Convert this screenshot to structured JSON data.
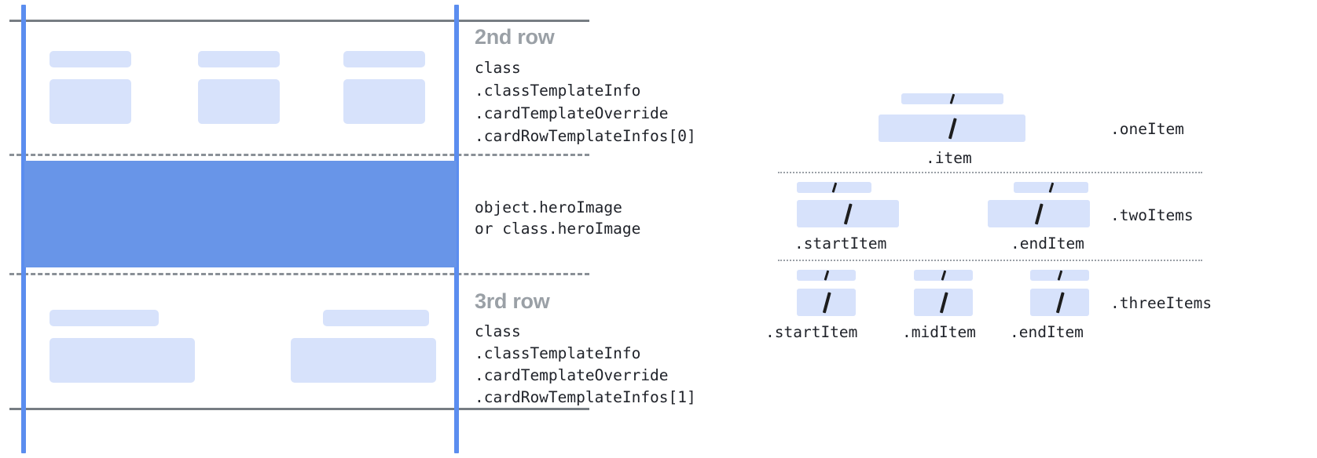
{
  "left_panel": {
    "rows": [
      {
        "title": "2nd row",
        "code_lines": [
          "class",
          ".classTemplateInfo",
          ".cardTemplateOverride",
          ".cardRowTemplateInfos[0]"
        ]
      },
      {
        "title": "3rd row",
        "code_lines": [
          "class",
          ".classTemplateInfo",
          ".cardTemplateOverride",
          ".cardRowTemplateInfos[1]"
        ]
      }
    ],
    "hero": {
      "code_lines": [
        "object.heroImage",
        "or class.heroImage"
      ]
    }
  },
  "right_panel": {
    "groups": [
      {
        "name": ".oneItem",
        "items": [
          ".item"
        ]
      },
      {
        "name": ".twoItems",
        "items": [
          ".startItem",
          ".endItem"
        ]
      },
      {
        "name": ".threeItems",
        "items": [
          ".startItem",
          ".midItem",
          ".endItem"
        ]
      }
    ]
  },
  "colors": {
    "chip": "#d7e2fb",
    "hero": "#6895e8",
    "guide_blue": "#5b8def",
    "rule_gray": "#777d83",
    "title_gray": "#9aa0a6",
    "text": "#20232a"
  }
}
